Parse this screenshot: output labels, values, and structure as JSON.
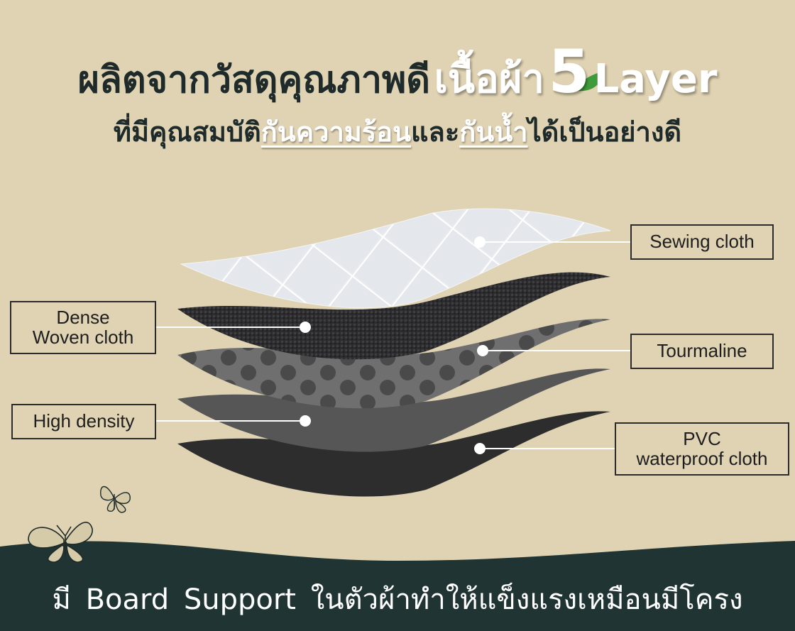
{
  "headline": {
    "part1": "ผลิตจากวัสดุคุณภาพดี",
    "part2": "เนื้อผ้า",
    "number": "5",
    "part3": "Layer"
  },
  "subheadline": {
    "part1": "ที่มีคุณสมบัติ",
    "highlight1": "กันความร้อน",
    "part2": "และ",
    "highlight2": "กันน้ำ",
    "part3": "ได้เป็นอย่างดี"
  },
  "layers": {
    "sewing": "Sewing cloth",
    "dense_line1": "Dense",
    "dense_line2": "Woven cloth",
    "tourmaline": "Tourmaline",
    "high_density": "High density",
    "pvc_line1": "PVC",
    "pvc_line2": "waterproof cloth"
  },
  "footer": {
    "text": "มี Board Support ในตัวผ้าทำให้แข็งแรงเหมือนมีโครง"
  },
  "colors": {
    "background": "#e0d3b3",
    "footer_band": "#1f3433",
    "headline_dark": "#1f2a2a",
    "leaf": "#3f9a3a"
  }
}
